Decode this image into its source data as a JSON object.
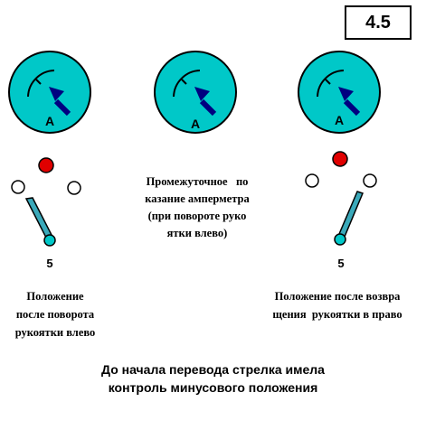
{
  "badge": "4.5",
  "colors": {
    "dial_fill": "#00c8c8",
    "needle_fill": "#3aa9ba",
    "arrow": "#000080",
    "red_contact": "#e00000"
  },
  "panels": [
    {
      "meter_label": "A",
      "handle_number": "5",
      "handle_position": "left",
      "caption": [
        "Положение",
        "после поворота",
        "рукоятки влево"
      ]
    },
    {
      "meter_label": "A",
      "caption": [
        "Промежуточное   по",
        "казание амперметра",
        "(при повороте руко",
        "ятки влево)"
      ]
    },
    {
      "meter_label": "A",
      "handle_number": "5",
      "handle_position": "right",
      "caption": [
        "Положение после возвра",
        "щения  рукоятки в право"
      ]
    }
  ],
  "bottom_text": [
    "До начала перевода стрелка имела",
    "контроль минусового положения"
  ]
}
